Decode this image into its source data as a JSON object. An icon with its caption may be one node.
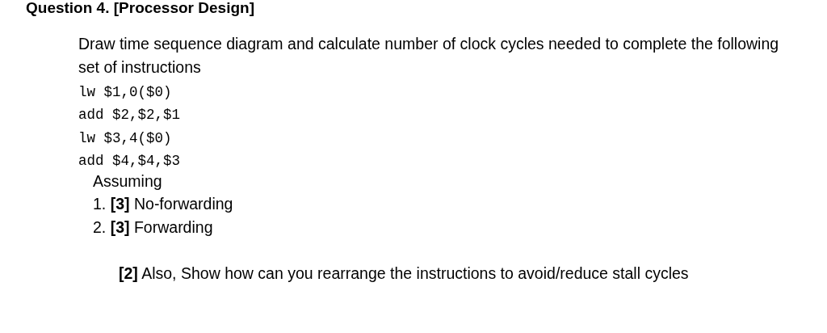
{
  "diagram": {
    "title": "Question 4. [Processor Design]",
    "labels": [
      "Draw time sequence diagram and calculate number of clock cycles needed to complete the following set of instructions",
      "lw $1,0($0)",
      "add $2,$2,$1",
      "lw $3,4($0)",
      "add $4,$4,$3",
      "Assuming",
      "1. **[3]** No-forwarding",
      "2. **[3]** Forwarding",
      "**[2]** Also, Show how can you rearrange the instructions to avoid/reduce stall cycles"
    ]
  }
}
